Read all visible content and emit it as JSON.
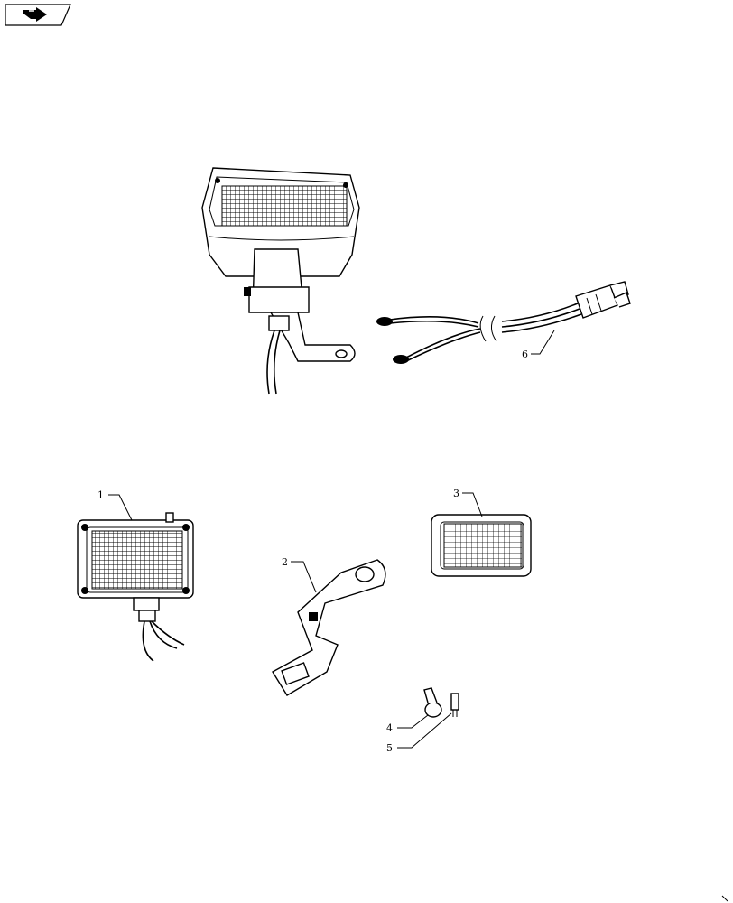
{
  "nav_icon": "reference-arrow-icon",
  "callouts": {
    "c1": "1",
    "c2": "2",
    "c3": "3",
    "c4": "4",
    "c5": "5",
    "c6": "6"
  }
}
